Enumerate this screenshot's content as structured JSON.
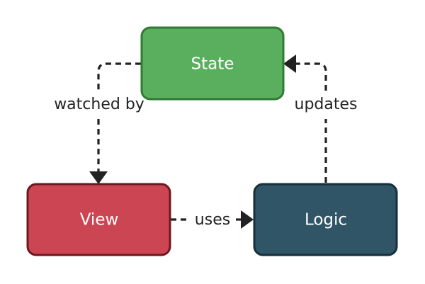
{
  "diagram": {
    "nodes": {
      "state": {
        "label": "State",
        "fill": "#5aaf5e",
        "border": "#2f7a34"
      },
      "view": {
        "label": "View",
        "fill": "#cc4552",
        "border": "#6e1720"
      },
      "logic": {
        "label": "Logic",
        "fill": "#305566",
        "border": "#16303c"
      }
    },
    "edges": {
      "watched_by": {
        "label": "watched by",
        "from": "State",
        "to": "View"
      },
      "updates": {
        "label": "updates",
        "from": "Logic",
        "to": "State"
      },
      "uses": {
        "label": "uses",
        "from": "View",
        "to": "Logic"
      }
    },
    "edge_color": "#222222"
  }
}
